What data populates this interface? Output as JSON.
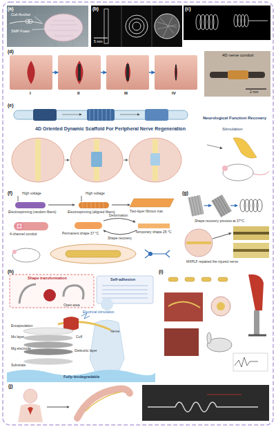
{
  "diagram": {
    "labels": [
      "(a)",
      "Coil Anchor",
      "SMP Foam",
      "(b)",
      "5 mm",
      "(c)",
      "(d)",
      "I",
      "II",
      "III",
      "IV",
      "4D nerve conduit",
      "2 mm",
      "(e)",
      "4D Oriented Dynamic Scaffold For Peripheral Nerve Regeneration",
      "Neurological Function Recovery",
      "Stimulation",
      "(f)",
      "High voltage",
      "High voltage",
      "Electrospinning (random fibers)",
      "Electrospinning (aligned fibers)",
      "Two-layer fibrous mat",
      "4-channel conduit",
      "Deformation",
      "Permanent shape 37 °C",
      "Shape recovery",
      "Temporary shape 25 °C",
      "(g)",
      "Shape recovery process at 37°C",
      "MXPLF repaired the injured nerve",
      "(h)",
      "Shape transformation",
      "Open area",
      "Self-adhesion",
      "Electrical stimulation",
      "Nerve",
      "Encapsulation",
      "Mo layer",
      "Cuff",
      "Mg electrode",
      "Substrate",
      "Dielectric layer",
      "Fully-biodegradable",
      "(i)",
      "(j)"
    ]
  }
}
